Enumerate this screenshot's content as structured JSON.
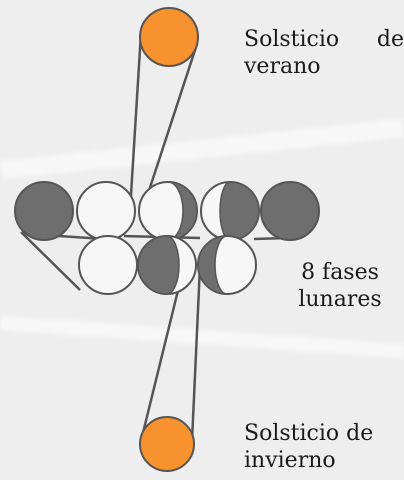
{
  "labels": {
    "summer_solstice": "Solsticio de verano",
    "lunar_phases": "8 fases lunares",
    "winter_solstice": "Solsticio de invierno"
  },
  "colors": {
    "background": "#eeeeee",
    "sun": "#f7922e",
    "dark_moon": "#6e6e6e",
    "light_moon": "#f7f7f7",
    "outline": "#555555"
  },
  "icons": [
    "summer-sun-icon",
    "winter-sun-icon",
    "moon-phase-icon"
  ]
}
